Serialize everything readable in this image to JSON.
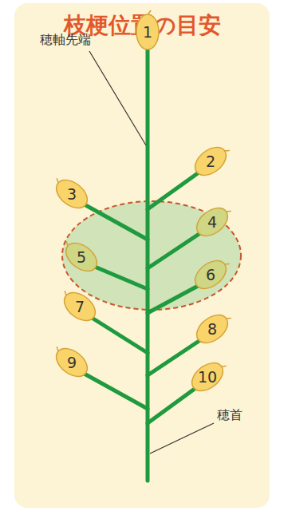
{
  "diagram": {
    "title": "枝梗位置の目安",
    "nodes": [
      {
        "text": [
          "1"
        ]
      },
      {
        "text": [
          "2"
        ]
      },
      {
        "text": [
          "3"
        ]
      },
      {
        "text": [
          "4"
        ]
      },
      {
        "text": [
          "5"
        ]
      },
      {
        "text": [
          "6"
        ]
      },
      {
        "text": [
          "7"
        ]
      },
      {
        "text": [
          "8"
        ]
      },
      {
        "text": [
          "9"
        ]
      },
      {
        "text": [
          "10"
        ]
      }
    ],
    "labels": [
      "穂軸先端",
      "穂首"
    ]
  }
}
